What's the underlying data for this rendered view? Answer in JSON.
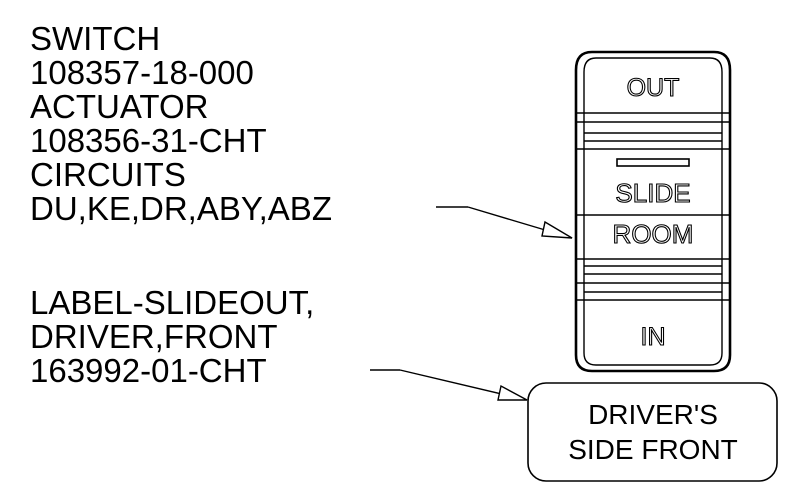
{
  "callout_switch": {
    "lines": [
      "SWITCH",
      "108357-18-000",
      "ACTUATOR",
      "108356-31-CHT",
      "CIRCUITS",
      "DU,KE,DR,ABY,ABZ"
    ]
  },
  "callout_label": {
    "lines": [
      "LABEL-SLIDEOUT,",
      "DRIVER,FRONT",
      "163992-01-CHT"
    ]
  },
  "switch": {
    "top_label": "OUT",
    "middle_line1": "SLIDE",
    "middle_line2": "ROOM",
    "bottom_label": "IN"
  },
  "tag": {
    "line1": "DRIVER'S",
    "line2": "SIDE FRONT"
  }
}
